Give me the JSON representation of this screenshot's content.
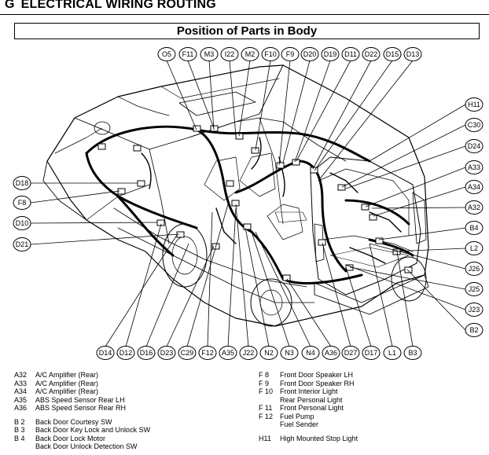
{
  "section": {
    "letter": "G",
    "title": "ELECTRICAL WIRING ROUTING"
  },
  "page_title": "Position of Parts in Body",
  "tags": {
    "top": [
      "O5",
      "F11",
      "M3",
      "I22",
      "M2",
      "F10",
      "F9",
      "D20",
      "D19",
      "D11",
      "D22",
      "D15",
      "D13"
    ],
    "right": [
      "H11",
      "C30",
      "D24",
      "A33",
      "A34",
      "A32",
      "B4",
      "L2",
      "J26",
      "J25",
      "J23",
      "B2"
    ],
    "left": [
      "D18",
      "F8",
      "D10",
      "D21"
    ],
    "bottom": [
      "D14",
      "D12",
      "D16",
      "D23",
      "C29",
      "F12",
      "A35",
      "J22",
      "N2",
      "N3",
      "N4",
      "A36",
      "D27",
      "D17",
      "L1",
      "B3"
    ]
  },
  "legend_left": [
    {
      "code": "A32",
      "text": "A/C Amplifier (Rear)"
    },
    {
      "code": "A33",
      "text": "A/C Amplifier (Rear)"
    },
    {
      "code": "A34",
      "text": "A/C Amplifier (Rear)"
    },
    {
      "code": "A35",
      "text": "ABS Speed Sensor Rear LH"
    },
    {
      "code": "A36",
      "text": "ABS Speed Sensor Rear RH"
    },
    {
      "code": "",
      "text": ""
    },
    {
      "code": "B 2",
      "text": "Back Door Courtesy SW"
    },
    {
      "code": "B 3",
      "text": "Back Door Key Lock and Unlock SW"
    },
    {
      "code": "B 4",
      "text": "Back Door Lock Motor"
    },
    {
      "code": "",
      "text": "Back Door Unlock Detection SW"
    }
  ],
  "legend_right": [
    {
      "code": "F 8",
      "text": "Front Door Speaker LH"
    },
    {
      "code": "F 9",
      "text": "Front Door Speaker RH"
    },
    {
      "code": "F 10",
      "text": "Front Interior Light"
    },
    {
      "code": "",
      "text": "Rear Personal Light"
    },
    {
      "code": "F 11",
      "text": "Front Personal Light"
    },
    {
      "code": "F 12",
      "text": "Fuel Pump"
    },
    {
      "code": "",
      "text": "Fuel Sender"
    },
    {
      "code": "",
      "text": ""
    },
    {
      "code": "H11",
      "text": "High Mounted Stop Light"
    }
  ]
}
